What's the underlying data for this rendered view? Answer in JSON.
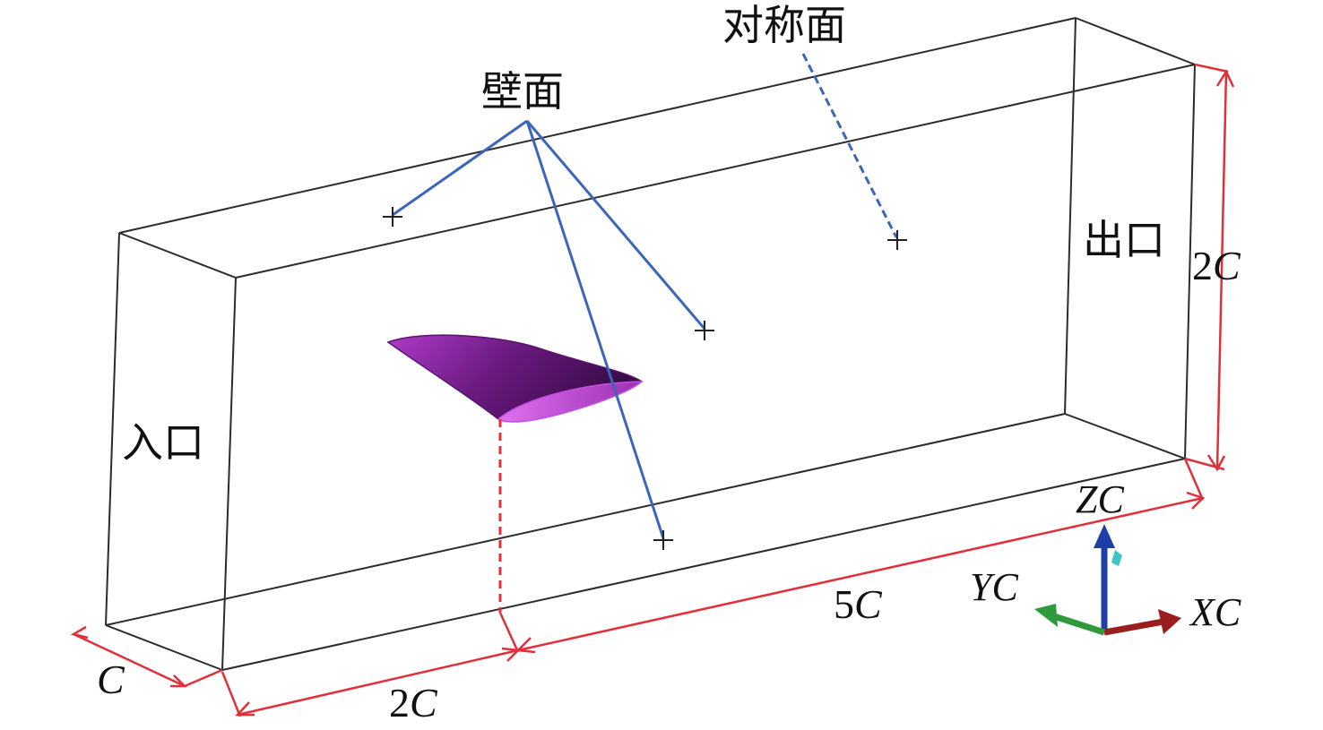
{
  "labels": {
    "wall": "壁面",
    "symmetry": "对称面",
    "outlet": "出口",
    "inlet": "入口"
  },
  "dimensions": {
    "width": {
      "coef": "",
      "unit": "C"
    },
    "offset": {
      "coef": "2",
      "unit": "C"
    },
    "length": {
      "coef": "5",
      "unit": "C"
    },
    "height": {
      "coef": "2",
      "unit": "C"
    }
  },
  "axes": {
    "z": "ZC",
    "y": "YC",
    "x": "XC"
  },
  "colors": {
    "box_edge": "#2b2b2b",
    "leader": "#3c66b8",
    "dimension": "#e0303a",
    "wing": "#7a1e92",
    "axis_z": "#1f3fa8",
    "axis_y": "#2e9a3a",
    "axis_x": "#9a1e1e"
  },
  "icons": [
    "wing-surface",
    "axis-triad",
    "point-marker"
  ]
}
